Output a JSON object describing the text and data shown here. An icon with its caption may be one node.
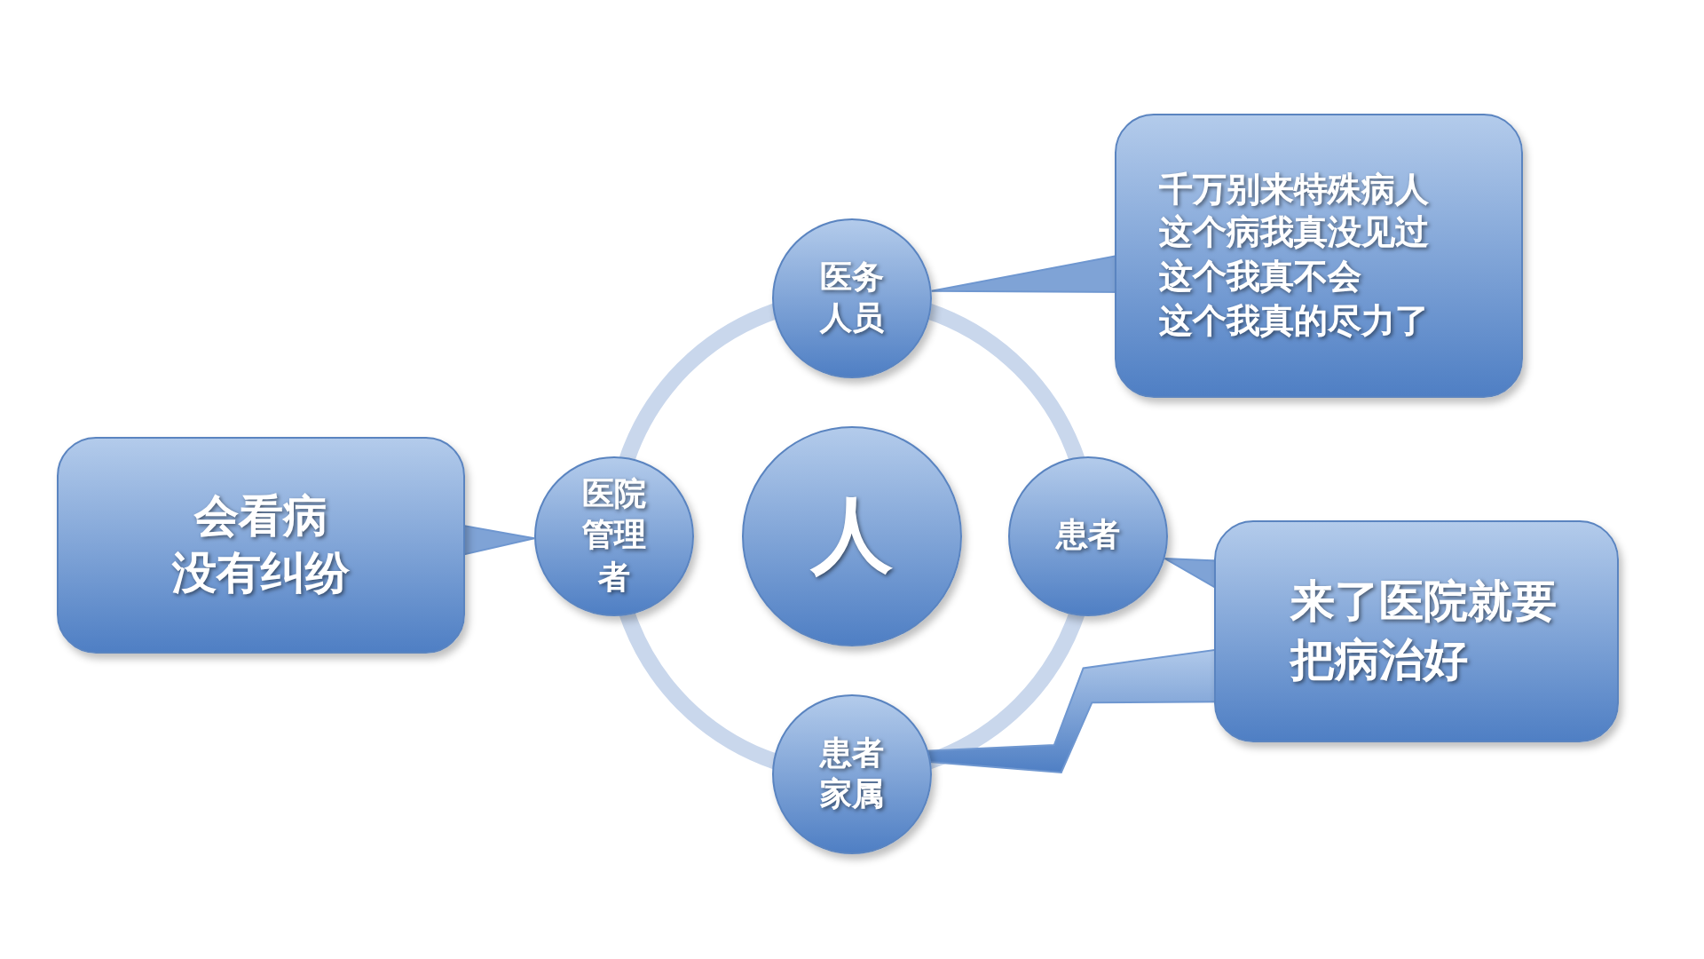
{
  "diagram": {
    "nodes": [
      {
        "text": [
          "医务人员"
        ]
      },
      {
        "text": [
          "患者"
        ]
      },
      {
        "text": [
          "患者家属"
        ]
      },
      {
        "text": [
          "医院管理者"
        ]
      },
      {
        "text": [
          "人"
        ]
      },
      {
        "text": [
          "千万别来特殊病人",
          "这个病我真没见过",
          "这个我真不会",
          "这个我真的尽力了"
        ]
      },
      {
        "text": [
          "会看病",
          "没有纠纷"
        ]
      },
      {
        "text": [
          "来了医院就要把病治好"
        ]
      }
    ],
    "edges": [
      {
        "from": 5,
        "to": 0,
        "arrow": "none"
      },
      {
        "from": 6,
        "to": 3,
        "arrow": "none"
      },
      {
        "from": 7,
        "to": 1,
        "arrow": "none"
      },
      {
        "from": 2,
        "to": 7,
        "arrow": "none",
        "style": "thick"
      }
    ]
  }
}
